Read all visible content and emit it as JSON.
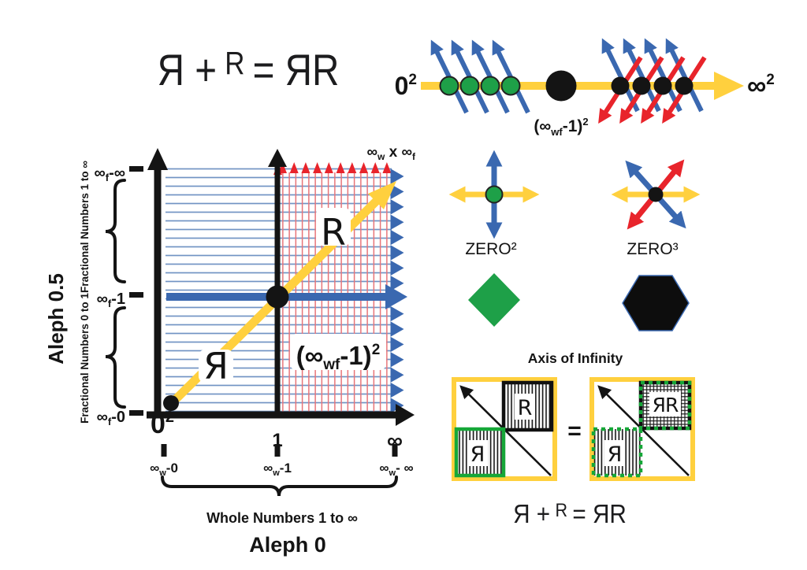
{
  "colors": {
    "yellow": "#FFD03E",
    "blue": "#3A68B0",
    "light_blue": "#7193C4",
    "red": "#E8242B",
    "light_red": "#E87478",
    "green": "#1EA048",
    "black": "#141414"
  },
  "equations": {
    "main": {
      "part1": "Я +",
      "sup": "R",
      "part2": "= ЯR"
    },
    "axis": {
      "part1": "Я +",
      "sup": "R",
      "part2": "= ЯR"
    }
  },
  "number_line": {
    "start": {
      "base": "0",
      "sup": "2"
    },
    "end": {
      "base": "∞",
      "sup": "2"
    },
    "midpoint": {
      "pre": "(∞",
      "sub": "wf",
      "post": "-1)",
      "sup": "2"
    }
  },
  "graph": {
    "corner": {
      "pre": "∞",
      "sub1": "w",
      "mid": " x ∞",
      "sub2": "f"
    },
    "origin": {
      "base": "0",
      "sup": "2"
    },
    "line_lower": "Я",
    "line_upper": "R",
    "region": {
      "pre": "(∞",
      "sub": "wf",
      "post": "-1)",
      "sup": "2"
    },
    "x_ticks": {
      "one": "1",
      "inf": "∞"
    },
    "x_sub_ticks": [
      {
        "pre": "∞",
        "sub": "w",
        "post": "-0"
      },
      {
        "pre": "∞",
        "sub": "w",
        "post": "-1"
      },
      {
        "pre": "∞",
        "sub": "w",
        "post": "- ∞"
      }
    ],
    "y_ticks": [
      {
        "pre": "∞",
        "sub": "f",
        "post": "-∞"
      },
      {
        "pre": "∞",
        "sub": "f",
        "post": "-1"
      },
      {
        "pre": "∞",
        "sub": "f",
        "post": "-0"
      }
    ],
    "x_title": "Aleph 0",
    "x_brace_label": "Whole Numbers 1 to ∞",
    "y_title": "Aleph 0.5",
    "y_brace_labels": [
      "Fractional Numbers 1 to ∞",
      "Fractional Numbers 0 to 1"
    ]
  },
  "zero": {
    "two": "ZERO²",
    "three": "ZERO³"
  },
  "axis_of_infinity": {
    "title": "Axis of Infinity",
    "equals": "=",
    "left": {
      "top": "R",
      "bottom": "Я"
    },
    "right": {
      "top": "ЯR",
      "bottom": "Я"
    }
  }
}
